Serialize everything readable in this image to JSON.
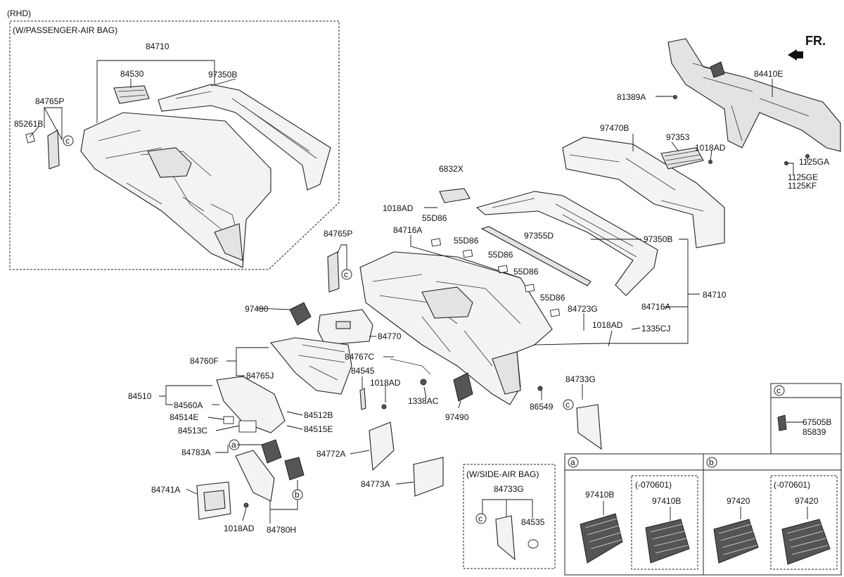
{
  "header": {
    "rhd": "(RHD)",
    "passenger": "(W/PASSENGER-AIR BAG)",
    "fr": "FR."
  },
  "inset_labels": {
    "l84710": "84710",
    "l84530": "84530",
    "l97350b": "97350B",
    "l84765p": "84765P",
    "l85261b": "85261B",
    "c1": "c"
  },
  "main_labels": {
    "l6832x": "6832X",
    "l1018ad_a": "1018AD",
    "l55d86_1": "55D86",
    "l55d86_2": "55D86",
    "l55d86_3": "55D86",
    "l55d86_4": "55D86",
    "l55d86_5": "55D86",
    "l84716a_a": "84716A",
    "l97355d": "97355D",
    "l97350b": "97350B",
    "l84765p": "84765P",
    "c2": "c",
    "l84716a_b": "84716A",
    "l84710": "84710",
    "l84723g": "84723G",
    "l1018ad_b": "1018AD",
    "l1335cj": "1335CJ",
    "l97480": "97480",
    "l84770": "84770",
    "l84767c": "84767C",
    "l84545": "84545",
    "l1018ad_c": "1018AD",
    "l84760f": "84760F",
    "l84765j": "84765J",
    "l1338ac": "1338AC",
    "l97490": "97490",
    "l86549": "86549",
    "l84733g": "84733G",
    "c3": "c",
    "l84510": "84510",
    "l84560a": "84560A",
    "l84514e": "84514E",
    "l84512b": "84512B",
    "l84513c": "84513C",
    "l84515e": "84515E",
    "l84783a": "84783A",
    "a1": "a",
    "l84741a": "84741A",
    "b1": "b",
    "l1018ad_d": "1018AD",
    "l84780h": "84780H",
    "l84772a": "84772A",
    "l84773a": "84773A"
  },
  "top_right_labels": {
    "l81389a": "81389A",
    "l84410e": "84410E",
    "l97470b": "97470B",
    "l97353": "97353",
    "l1018ad": "1018AD",
    "l1125ga": "1125GA",
    "l1125ge": "1125GE",
    "l1125kf": "1125KF"
  },
  "side_airbag": {
    "title": "(W/SIDE-AIR BAG)",
    "l84733g": "84733G",
    "c4": "c",
    "l84535": "84535"
  },
  "panel_c": {
    "tag": "c",
    "l67505b": "67505B",
    "l85839": "85839"
  },
  "panel_a": {
    "tag": "a",
    "l97410b_1": "97410B",
    "sub": "(-070601)",
    "l97410b_2": "97410B"
  },
  "panel_b": {
    "tag": "b",
    "l97420_1": "97420",
    "sub": "(-070601)",
    "l97420_2": "97420"
  }
}
